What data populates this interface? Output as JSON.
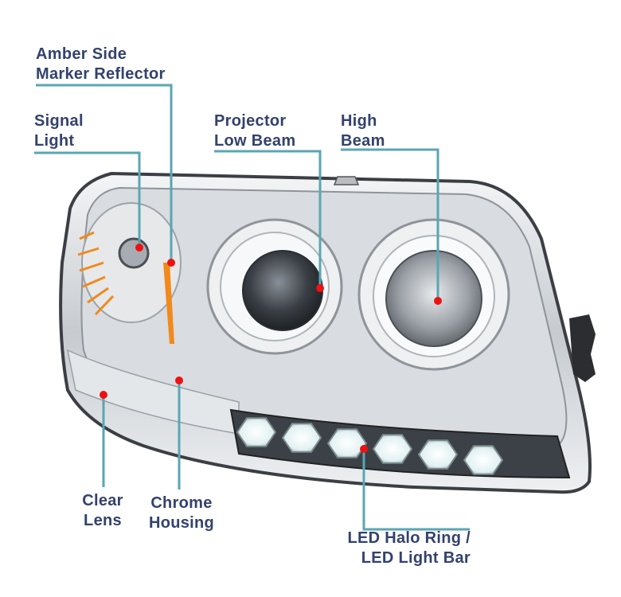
{
  "title": "Headlight Component Diagram",
  "colors": {
    "label_text": "#33426e",
    "leader_line": "#5aa6b3",
    "marker_dot": "#ee1111",
    "amber": "#f08a1c",
    "chrome": "#c9cdd2"
  },
  "labels": {
    "amber_side_marker": {
      "line1": "Amber Side",
      "line2": "Marker Reflector"
    },
    "signal_light": {
      "line1": "Signal",
      "line2": "Light"
    },
    "projector_low_beam": {
      "line1": "Projector",
      "line2": "Low Beam"
    },
    "high_beam": {
      "line1": "High",
      "line2": "Beam"
    },
    "clear_lens": {
      "line1": "Clear",
      "line2": "Lens"
    },
    "chrome_housing": {
      "line1": "Chrome",
      "line2": "Housing"
    },
    "led_halo": {
      "line1": "LED Halo Ring /",
      "line2": "LED Light Bar"
    }
  },
  "led_count": 6
}
